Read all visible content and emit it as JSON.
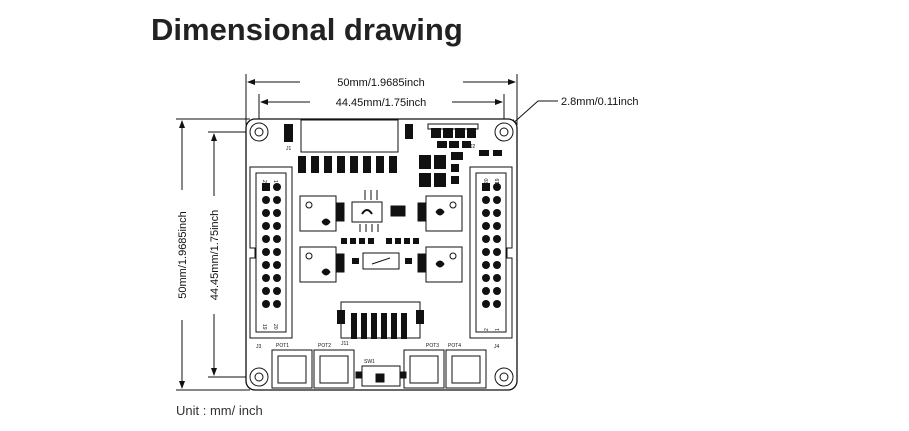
{
  "title": "Dimensional drawing",
  "unit_note": "Unit : mm/ inch",
  "dimensions": {
    "overall_width": "50mm/1.9685inch",
    "hole_spacing_width": "44.45mm/1.75inch",
    "hole_diameter": "2.8mm/0.11inch",
    "overall_height": "50mm/1.9685inch",
    "hole_spacing_height": "44.45mm/1.75inch"
  },
  "board_labels": {
    "j1": "J1",
    "j2": "J2",
    "j3": "J3",
    "j4": "J4",
    "j11": "J11",
    "sw1": "SW1",
    "pot1": "POT1",
    "pot2": "POT2",
    "pot3": "POT3",
    "pot4": "POT4",
    "j3_pin_1": "1",
    "j3_pin_2": "2",
    "j3_pin_19": "19",
    "j3_pin_20": "20",
    "j4_pin_1": "1",
    "j4_pin_2": "2",
    "j4_pin_19": "19",
    "j4_pin_20": "20"
  },
  "colors": {
    "line": "#111111",
    "fill": "#111111",
    "board": "#ffffff"
  }
}
